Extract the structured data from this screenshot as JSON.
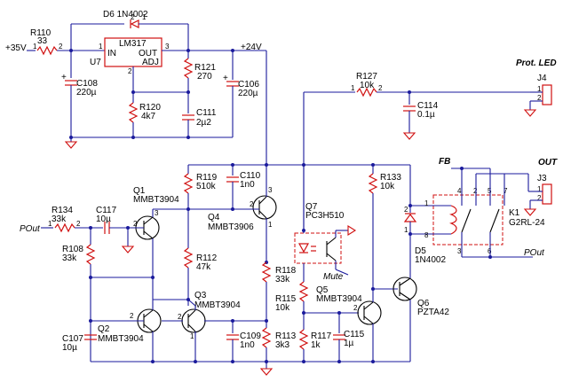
{
  "nets": {
    "vin": "+35V",
    "v24": "+24V",
    "pout_left": "POut",
    "pout_right": "POut",
    "fb": "FB",
    "mute": "Mute"
  },
  "headers": {
    "prot_led": "Prot. LED",
    "out": "OUT"
  },
  "components": {
    "r110": {
      "ref": "R110",
      "val": "33"
    },
    "d6": {
      "ref": "D6",
      "val": "1N4002"
    },
    "u7": {
      "ref": "U7",
      "part": "LM317",
      "pin_in": "IN",
      "pin_out": "OUT",
      "pin_adj": "ADJ"
    },
    "r121": {
      "ref": "R121",
      "val": "270"
    },
    "r120": {
      "ref": "R120",
      "val": "4k7"
    },
    "c108": {
      "ref": "C108",
      "val": "220µ"
    },
    "c111": {
      "ref": "C111",
      "val": "2µ2"
    },
    "c106": {
      "ref": "C106",
      "val": "220µ"
    },
    "r127": {
      "ref": "R127",
      "val": "10k"
    },
    "c114": {
      "ref": "C114",
      "val": "0.1µ"
    },
    "j4": {
      "ref": "J4"
    },
    "j3": {
      "ref": "J3"
    },
    "r119": {
      "ref": "R119",
      "val": "510k"
    },
    "c110": {
      "ref": "C110",
      "val": "1n0"
    },
    "q1": {
      "ref": "Q1",
      "part": "MMBT3904"
    },
    "q4": {
      "ref": "Q4",
      "part": "MMBT3906"
    },
    "r134": {
      "ref": "R134",
      "val": "33k"
    },
    "c117": {
      "ref": "C117",
      "val": "10µ"
    },
    "r108": {
      "ref": "R108",
      "val": "33k"
    },
    "r112": {
      "ref": "R112",
      "val": "47k"
    },
    "q7": {
      "ref": "Q7",
      "part": "PC3H510"
    },
    "r133": {
      "ref": "R133",
      "val": "10k"
    },
    "k1": {
      "ref": "K1",
      "part": "G2RL-24"
    },
    "d5": {
      "ref": "D5",
      "val": "1N4002"
    },
    "r118": {
      "ref": "R118",
      "val": "33k"
    },
    "r115": {
      "ref": "R115",
      "val": "10k"
    },
    "q5": {
      "ref": "Q5",
      "part": "MMBT3904"
    },
    "q6": {
      "ref": "Q6",
      "part": "PZTA42"
    },
    "q3": {
      "ref": "Q3",
      "part": "MMBT3904"
    },
    "q2": {
      "ref": "Q2",
      "part": "MMBT3904"
    },
    "c107": {
      "ref": "C107",
      "val": "10µ"
    },
    "c109": {
      "ref": "C109",
      "val": "1n0"
    },
    "r113": {
      "ref": "R113",
      "val": "3k3"
    },
    "r117": {
      "ref": "R117",
      "val": "1k"
    },
    "c115": {
      "ref": "C115",
      "val": "1µ"
    }
  },
  "pins": {
    "one": "1",
    "two": "2",
    "three": "3",
    "four": "4",
    "five": "5",
    "six": "6",
    "seven": "7",
    "eight": "8"
  }
}
